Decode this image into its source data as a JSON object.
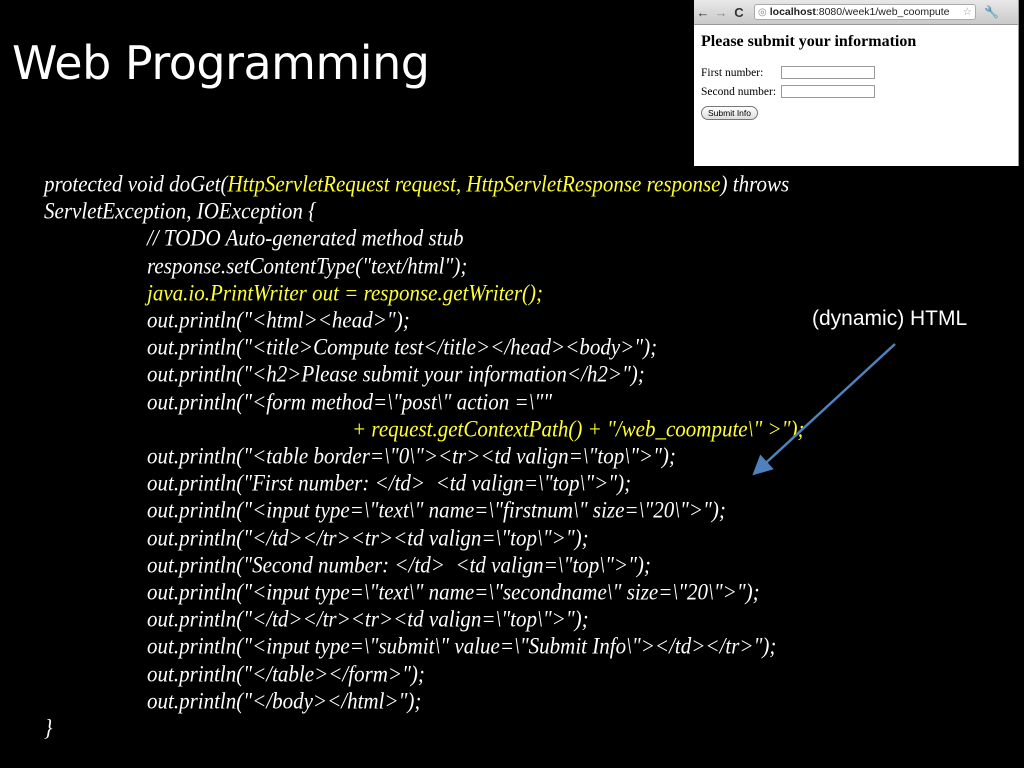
{
  "slide": {
    "title": "Web Programming",
    "annotation": "(dynamic) HTML",
    "arrow_color": "#4f81bd",
    "highlight_color": "#ffff33"
  },
  "code": [
    {
      "segments": [
        {
          "text": "protected void doGet(",
          "hl": false
        },
        {
          "text": "HttpServletRequest request, HttpServletResponse response",
          "hl": true
        },
        {
          "text": ") throws",
          "hl": false
        }
      ]
    },
    {
      "segments": [
        {
          "text": "ServletException, IOException {",
          "hl": false
        }
      ]
    },
    {
      "segments": [
        {
          "text": "// TODO Auto-generated method stub",
          "hl": false
        }
      ]
    },
    {
      "segments": [
        {
          "text": "response.setContentType(\"text/html\");",
          "hl": false
        }
      ]
    },
    {
      "segments": [
        {
          "text": "java.io.PrintWriter out = response.getWriter();",
          "hl": true
        }
      ]
    },
    {
      "segments": [
        {
          "text": "out.println(\"<html><head>\");",
          "hl": false
        }
      ]
    },
    {
      "segments": [
        {
          "text": "out.println(\"<title>Compute test</title></head><body>\");",
          "hl": false
        }
      ]
    },
    {
      "segments": [
        {
          "text": "out.println(\"<h2>Please submit your information</h2>\");",
          "hl": false
        }
      ]
    },
    {
      "segments": [
        {
          "text": "out.println(\"<form method=\\\"post\\\" action =\\\"\"",
          "hl": false
        }
      ]
    },
    {
      "segments": [
        {
          "text": "+ request.getContextPath() + \"/web_coompute\\\" >\");",
          "hl": true
        }
      ]
    },
    {
      "segments": [
        {
          "text": "out.println(\"<table border=\\\"0\\\"><tr><td valign=\\\"top\\\">\");",
          "hl": false
        }
      ]
    },
    {
      "segments": [
        {
          "text": "out.println(\"First number: </td>  <td valign=\\\"top\\\">\");",
          "hl": false
        }
      ]
    },
    {
      "segments": [
        {
          "text": "out.println(\"<input type=\\\"text\\\" name=\\\"firstnum\\\" size=\\\"20\\\">\");",
          "hl": false
        }
      ]
    },
    {
      "segments": [
        {
          "text": "out.println(\"</td></tr><tr><td valign=\\\"top\\\">\");",
          "hl": false
        }
      ]
    },
    {
      "segments": [
        {
          "text": "out.println(\"Second number: </td>  <td valign=\\\"top\\\">\");",
          "hl": false
        }
      ]
    },
    {
      "segments": [
        {
          "text": "out.println(\"<input type=\\\"text\\\" name=\\\"secondname\\\" size=\\\"20\\\">\");",
          "hl": false
        }
      ]
    },
    {
      "segments": [
        {
          "text": "out.println(\"</td></tr><tr><td valign=\\\"top\\\">\");",
          "hl": false
        }
      ]
    },
    {
      "segments": [
        {
          "text": "out.println(\"<input type=\\\"submit\\\" value=\\\"Submit Info\\\"></td></tr>\");",
          "hl": false
        }
      ]
    },
    {
      "segments": [
        {
          "text": "out.println(\"</table></form>\");",
          "hl": false
        }
      ]
    },
    {
      "segments": [
        {
          "text": "out.println(\"</body></html>\");",
          "hl": false
        }
      ]
    },
    {
      "segments": [
        {
          "text": "}",
          "hl": false
        }
      ]
    }
  ],
  "browser": {
    "url_host": "localhost",
    "url_rest": ":8080/week1/web_coompute",
    "heading": "Please submit your information",
    "first_label": "First number:",
    "second_label": "Second number:",
    "first_value": "",
    "second_value": "",
    "submit_label": "Submit Info"
  }
}
